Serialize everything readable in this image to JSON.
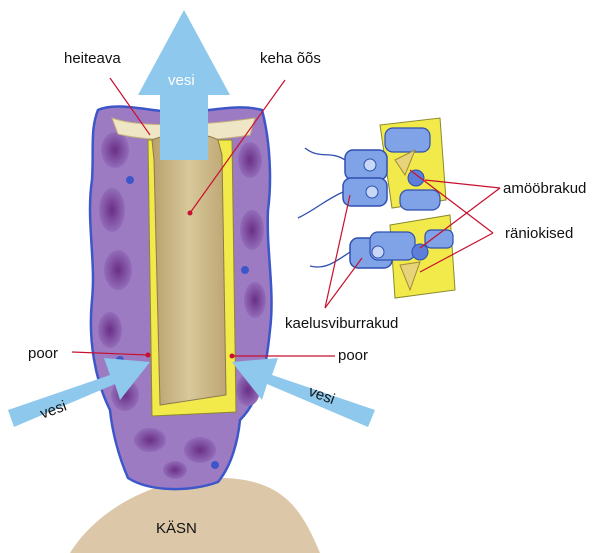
{
  "labels": {
    "heiteava": "heiteava",
    "keha_oos": "keha õõs",
    "vesi_top": "vesi",
    "vesi_left": "vesi",
    "vesi_right": "vesi",
    "poor_left": "poor",
    "poor_right": "poor",
    "amoobrakud": "amööbrakud",
    "raniokised": "räniokised",
    "kaelusviburrakud": "kaelusviburrakud",
    "kasn": "KÄSN"
  },
  "colors": {
    "arrow": "#8ec8ec",
    "sponge_body": "#9c7bc2",
    "sponge_dark": "#5a2e78",
    "sponge_blue": "#5d7fd8",
    "cavity": "#cdbb8a",
    "spicule_yellow": "#f2ea4a",
    "base": "#dcc8a8",
    "cell_blue": "#7fa3e6",
    "leader": "#c8102e"
  }
}
